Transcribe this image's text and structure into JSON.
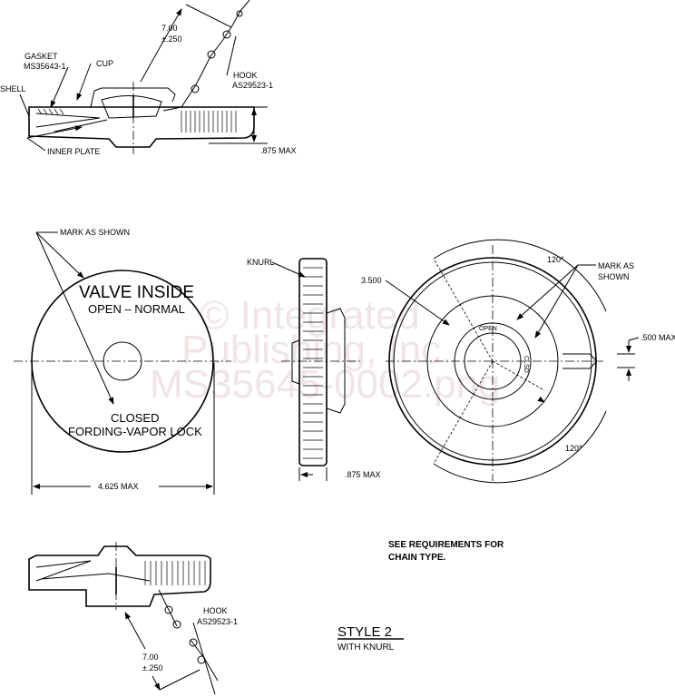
{
  "watermark": {
    "line1": "© Integrated",
    "line2": "Publishing, Inc.",
    "line3": "MS35645-0002.png"
  },
  "top_view": {
    "dimension": {
      "value": "7.00",
      "tolerance": "±.250"
    },
    "gasket": {
      "label": "GASKET",
      "part": "MS35643-1"
    },
    "cup": "CUP",
    "shell": "SHELL",
    "hook": {
      "label": "HOOK",
      "part": "AS29523-1"
    },
    "inner_plate": "INNER PLATE",
    "height_max": ".875 MAX"
  },
  "face_view": {
    "mark_as_shown": "MARK AS SHOWN",
    "valve_inside": "VALVE INSIDE",
    "open_normal": "OPEN – NORMAL",
    "closed": "CLOSED",
    "fording": "FORDING-VAPOR LOCK",
    "diameter_max": "4.625 MAX"
  },
  "side_view": {
    "knurl": "KNURL",
    "height_max": ".875 MAX"
  },
  "bottom_view": {
    "diameter": "3.500",
    "angle_top": "120°",
    "angle_bottom": "120°",
    "mark_as_shown_1": "MARK AS",
    "mark_as_shown_2": "SHOWN",
    "width_max": ".500 MAX",
    "open_mark": "OPEN",
    "closed_mark": "CLSD"
  },
  "lower_view": {
    "hook": {
      "label": "HOOK",
      "part": "AS29523-1"
    },
    "dimension": {
      "value": "7.00",
      "tolerance": "±.250"
    }
  },
  "notes": {
    "line1": "SEE REQUIREMENTS FOR",
    "line2": "CHAIN TYPE."
  },
  "style": {
    "title": "STYLE 2",
    "subtitle": "WITH KNURL"
  }
}
